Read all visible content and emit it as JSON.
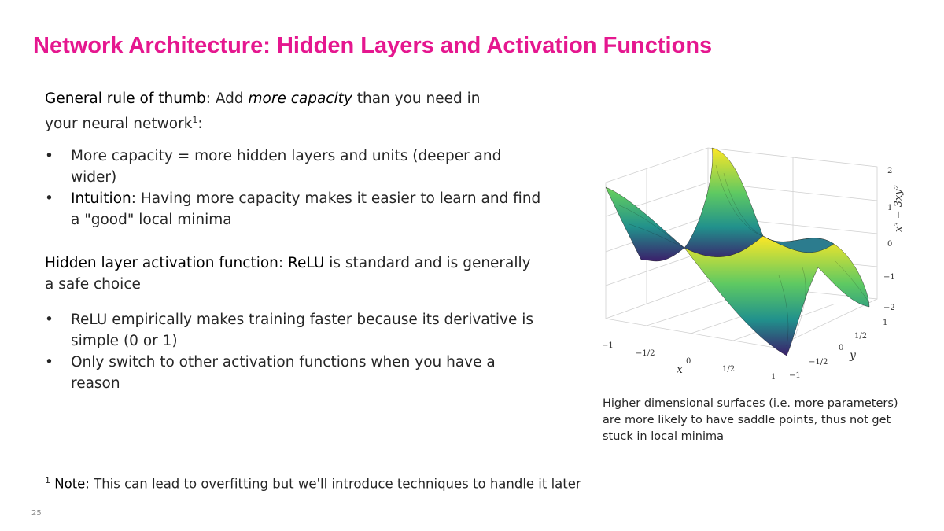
{
  "title": "Network Architecture: Hidden Layers and Activation Functions",
  "section1": {
    "term": "General rule of thumb",
    "text_before": ": Add ",
    "emphasis": "more capacity",
    "text_after": " than you need in your neural network",
    "footnote_ref": "1",
    "trailing": ":",
    "bullets": [
      {
        "text": "More capacity = more hidden layers and units (deeper and wider)"
      },
      {
        "term": "Intuition",
        "text": ": Having more capacity makes it easier to learn and find a \"good\" local minima"
      }
    ]
  },
  "section2": {
    "term1": "Hidden layer activation function",
    "sep": ": ",
    "term2": "ReLU",
    "text": " is standard and is generally a safe choice",
    "bullets": [
      "ReLU empirically makes training faster because its derivative is simple (0 or 1)",
      "Only switch to other activation functions when you have a reason"
    ]
  },
  "footnote": {
    "number": "1",
    "term": "Note",
    "text": ": This can lead to overfitting but we'll introduce techniques to handle it later"
  },
  "page_number": "25",
  "figure": {
    "x_label": "x",
    "y_label": "y",
    "z_label": "x³ − 3xy²",
    "x_ticks": [
      "−1",
      "−1/2",
      "0",
      "1/2",
      "1"
    ],
    "y_ticks": [
      "−1",
      "−1/2",
      "0",
      "1/2",
      "1"
    ],
    "z_ticks": [
      "2",
      "1",
      "0",
      "−1",
      "−2"
    ],
    "colors": {
      "low": "#3b1f6b",
      "mid": "#21918c",
      "high": "#fde725"
    }
  },
  "caption": "Higher dimensional surfaces (i.e. more parameters) are more likely to have saddle points, thus not get stuck in local minima"
}
